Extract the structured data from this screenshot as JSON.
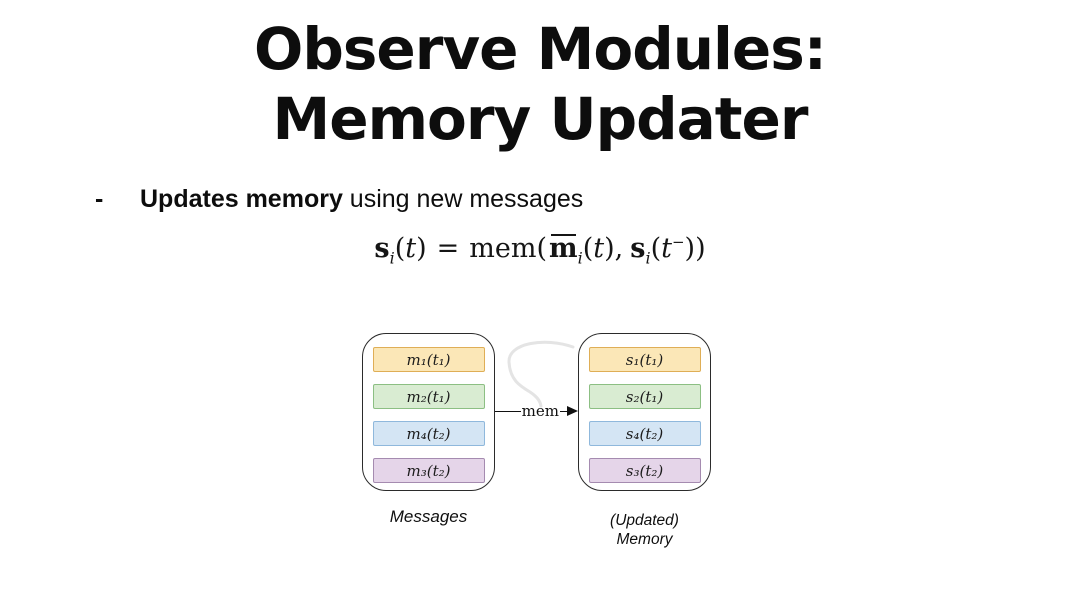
{
  "slide": {
    "title_line1": "Observe Modules:",
    "title_line2": "Memory Updater",
    "bullet": {
      "dash": "-",
      "bold_text": "Updates memory",
      "rest_text": " using new messages"
    },
    "formula": {
      "s1": "s",
      "sub1": "i",
      "p1": "(",
      "t1": "t",
      "p2": ")",
      "eq": "=",
      "fn": "mem",
      "p3": "(",
      "mbar": "m",
      "sub2": "i",
      "p4": "(",
      "t2": "t",
      "p5": "),",
      "s2": "s",
      "sub3": "i",
      "p6": "(",
      "t3": "t",
      "sup": "−",
      "p7": "))"
    },
    "diagram": {
      "arrow_label": "mem",
      "messages_box": {
        "caption": "Messages",
        "rows": [
          "m₁(t₁)",
          "m₂(t₁)",
          "m₄(t₂)",
          "m₃(t₂)"
        ]
      },
      "memory_box": {
        "caption_line1": "(Updated)",
        "caption_line2": "Memory",
        "rows": [
          "s₁(t₁)",
          "s₂(t₁)",
          "s₄(t₂)",
          "s₃(t₂)"
        ]
      }
    },
    "colors": {
      "row_orange_bg": "#fbe7b7",
      "row_orange_border": "#dfae56",
      "row_green_bg": "#d9ecd2",
      "row_green_border": "#8cbf83",
      "row_blue_bg": "#d4e5f4",
      "row_blue_border": "#8fb8dc",
      "row_purple_bg": "#e5d5e9",
      "row_purple_border": "#a58bb0",
      "box_border": "#2b2b2b",
      "text": "#111111",
      "background": "#ffffff"
    }
  }
}
